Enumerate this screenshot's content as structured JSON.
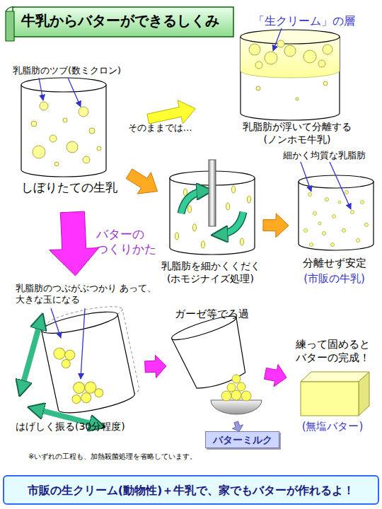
{
  "diagram": {
    "title": "牛乳からバターができるしくみ",
    "nodes": [
      {
        "text": [
          "しぼりたての生乳"
        ]
      },
      {
        "text": [
          "乳脂肪が浮いて分離する (ノンホモ牛乳)"
        ]
      },
      {
        "text": [
          "乳脂肪を細かくくだく (ホモジナイズ処理)"
        ]
      },
      {
        "text": [
          "分離せず安定",
          "(市販の牛乳)"
        ]
      },
      {
        "text": [
          "はげしく振る(30分程度)"
        ]
      },
      {
        "text": [
          "ガーゼ等でろ過"
        ]
      },
      {
        "text": [
          "練って固めると バターの完成！",
          "(無塩バター)"
        ]
      },
      {
        "text": [
          "バターミルク"
        ]
      },
      {
        "text": [
          "市販の生クリーム(動物性)＋牛乳で、家でもバターが作れるよ！"
        ]
      }
    ],
    "edges": [
      {
        "from": 0,
        "to": 1,
        "arrow": "to",
        "label": "そのままでは…"
      },
      {
        "from": 0,
        "to": 2,
        "arrow": "to"
      },
      {
        "from": 2,
        "to": 3,
        "arrow": "to"
      },
      {
        "from": 0,
        "to": 4,
        "arrow": "to",
        "label": "バターの つくりかた"
      },
      {
        "from": 4,
        "to": 5,
        "arrow": "to"
      },
      {
        "from": 5,
        "to": 6,
        "arrow": "to"
      },
      {
        "from": 5,
        "to": 7,
        "arrow": "to"
      }
    ],
    "labels": [
      "「生クリーム」の層",
      "乳脂肪のツブ(数ミクロン)",
      "細かく均質な乳脂肪",
      "乳脂肪のつぶがぶつかり あって、大きな玉になる",
      "※いずれの工程も、加熱殺菌処理を省略しています。"
    ]
  }
}
